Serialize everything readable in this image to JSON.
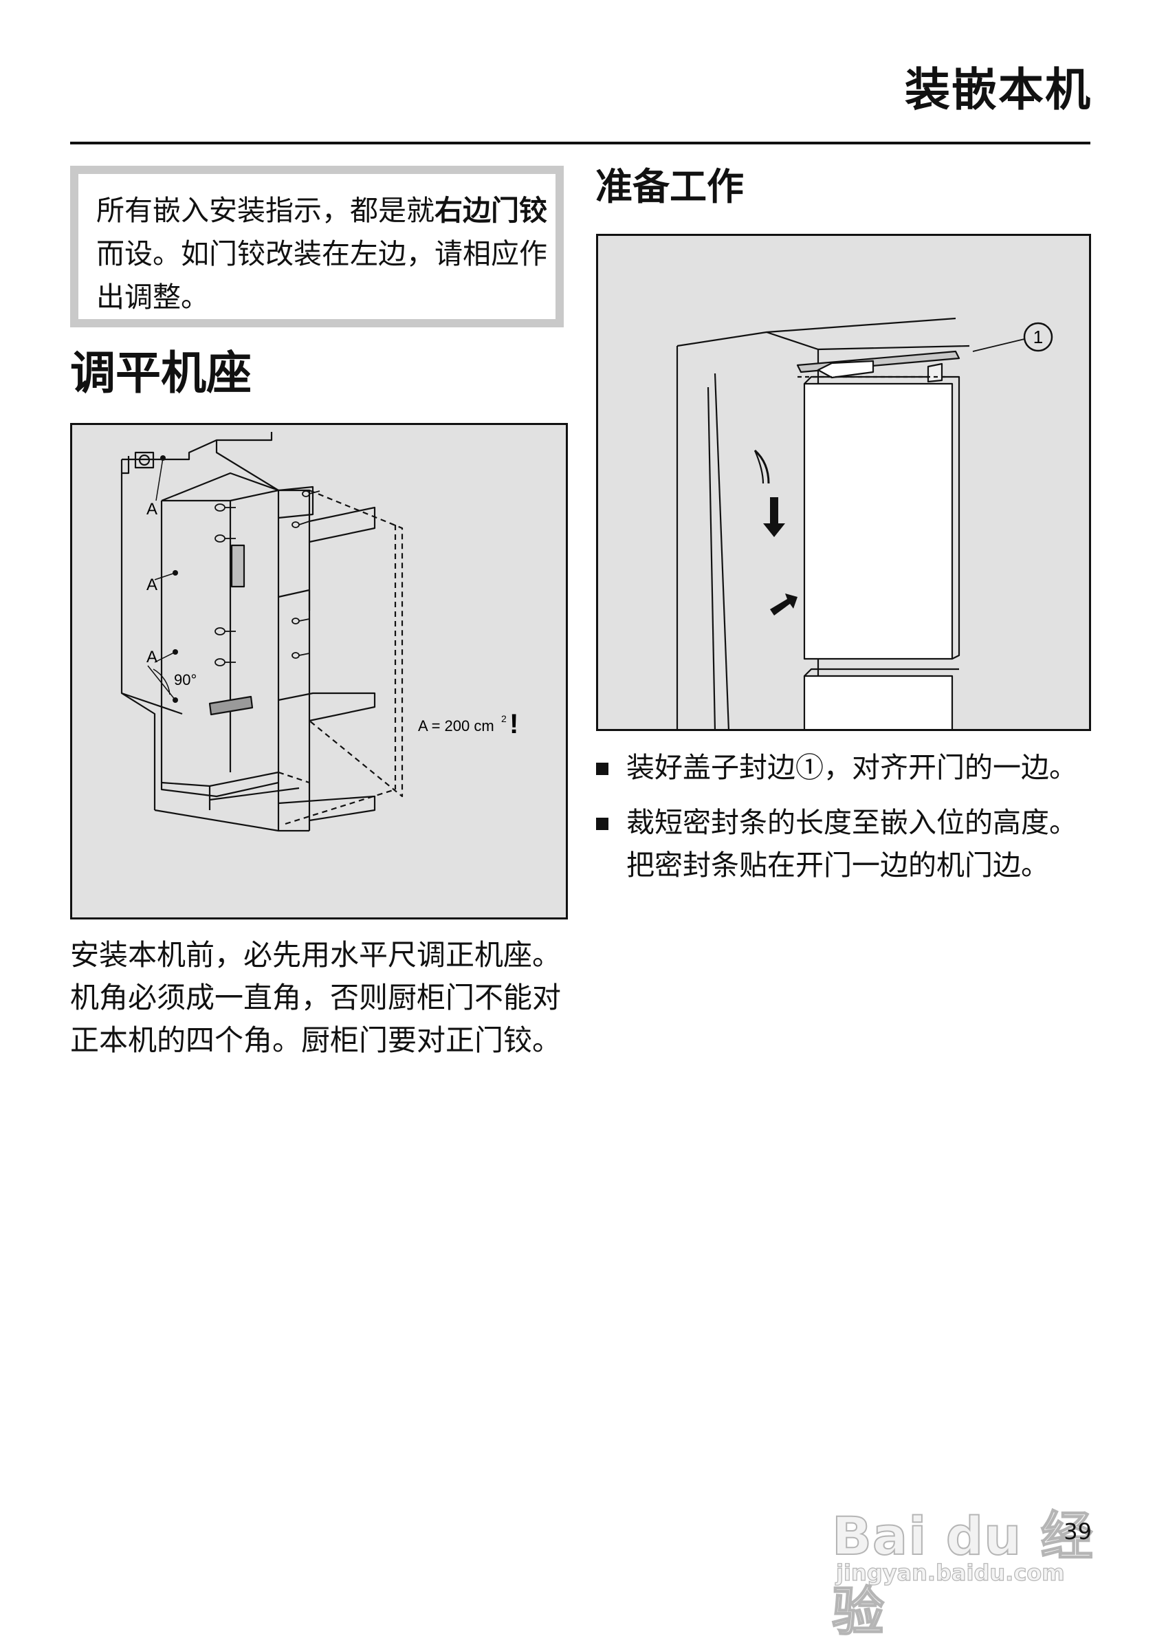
{
  "header": {
    "title": "装嵌本机"
  },
  "note": {
    "part1": "所有嵌入安装指示，都是就",
    "bold": "右边门铰",
    "part2": "而设。如门铰改装在左边，请相应作出调整。"
  },
  "level_section": {
    "heading": "调平机座",
    "figure": {
      "labels": [
        "A",
        "A",
        "A"
      ],
      "angle": "90°",
      "area_label": "A = 200 cm",
      "area_exponent": "2",
      "warning": "!"
    },
    "paragraph": "安装本机前，必先用水平尺调正机座。机角必须成一直角，否则厨柜门不能对正本机的四个角。厨柜门要对正门铰。"
  },
  "prep_section": {
    "heading": "准备工作",
    "figure": {
      "callout": "1"
    },
    "bullets": [
      {
        "before": "装好盖子封边",
        "marker": "①",
        "after": "，对齐开门的一边。"
      },
      {
        "before": "裁短密封条的长度至嵌入位的高度。把密封条贴在开门一边的机门边。",
        "marker": "",
        "after": ""
      }
    ]
  },
  "footer": {
    "page_number": "39"
  },
  "watermark": {
    "brand": "Bai du 经验",
    "url": "jingyan.baidu.com"
  },
  "colors": {
    "figure_bg": "#e1e1e1",
    "note_border": "#c9c9c9",
    "text": "#111111"
  }
}
